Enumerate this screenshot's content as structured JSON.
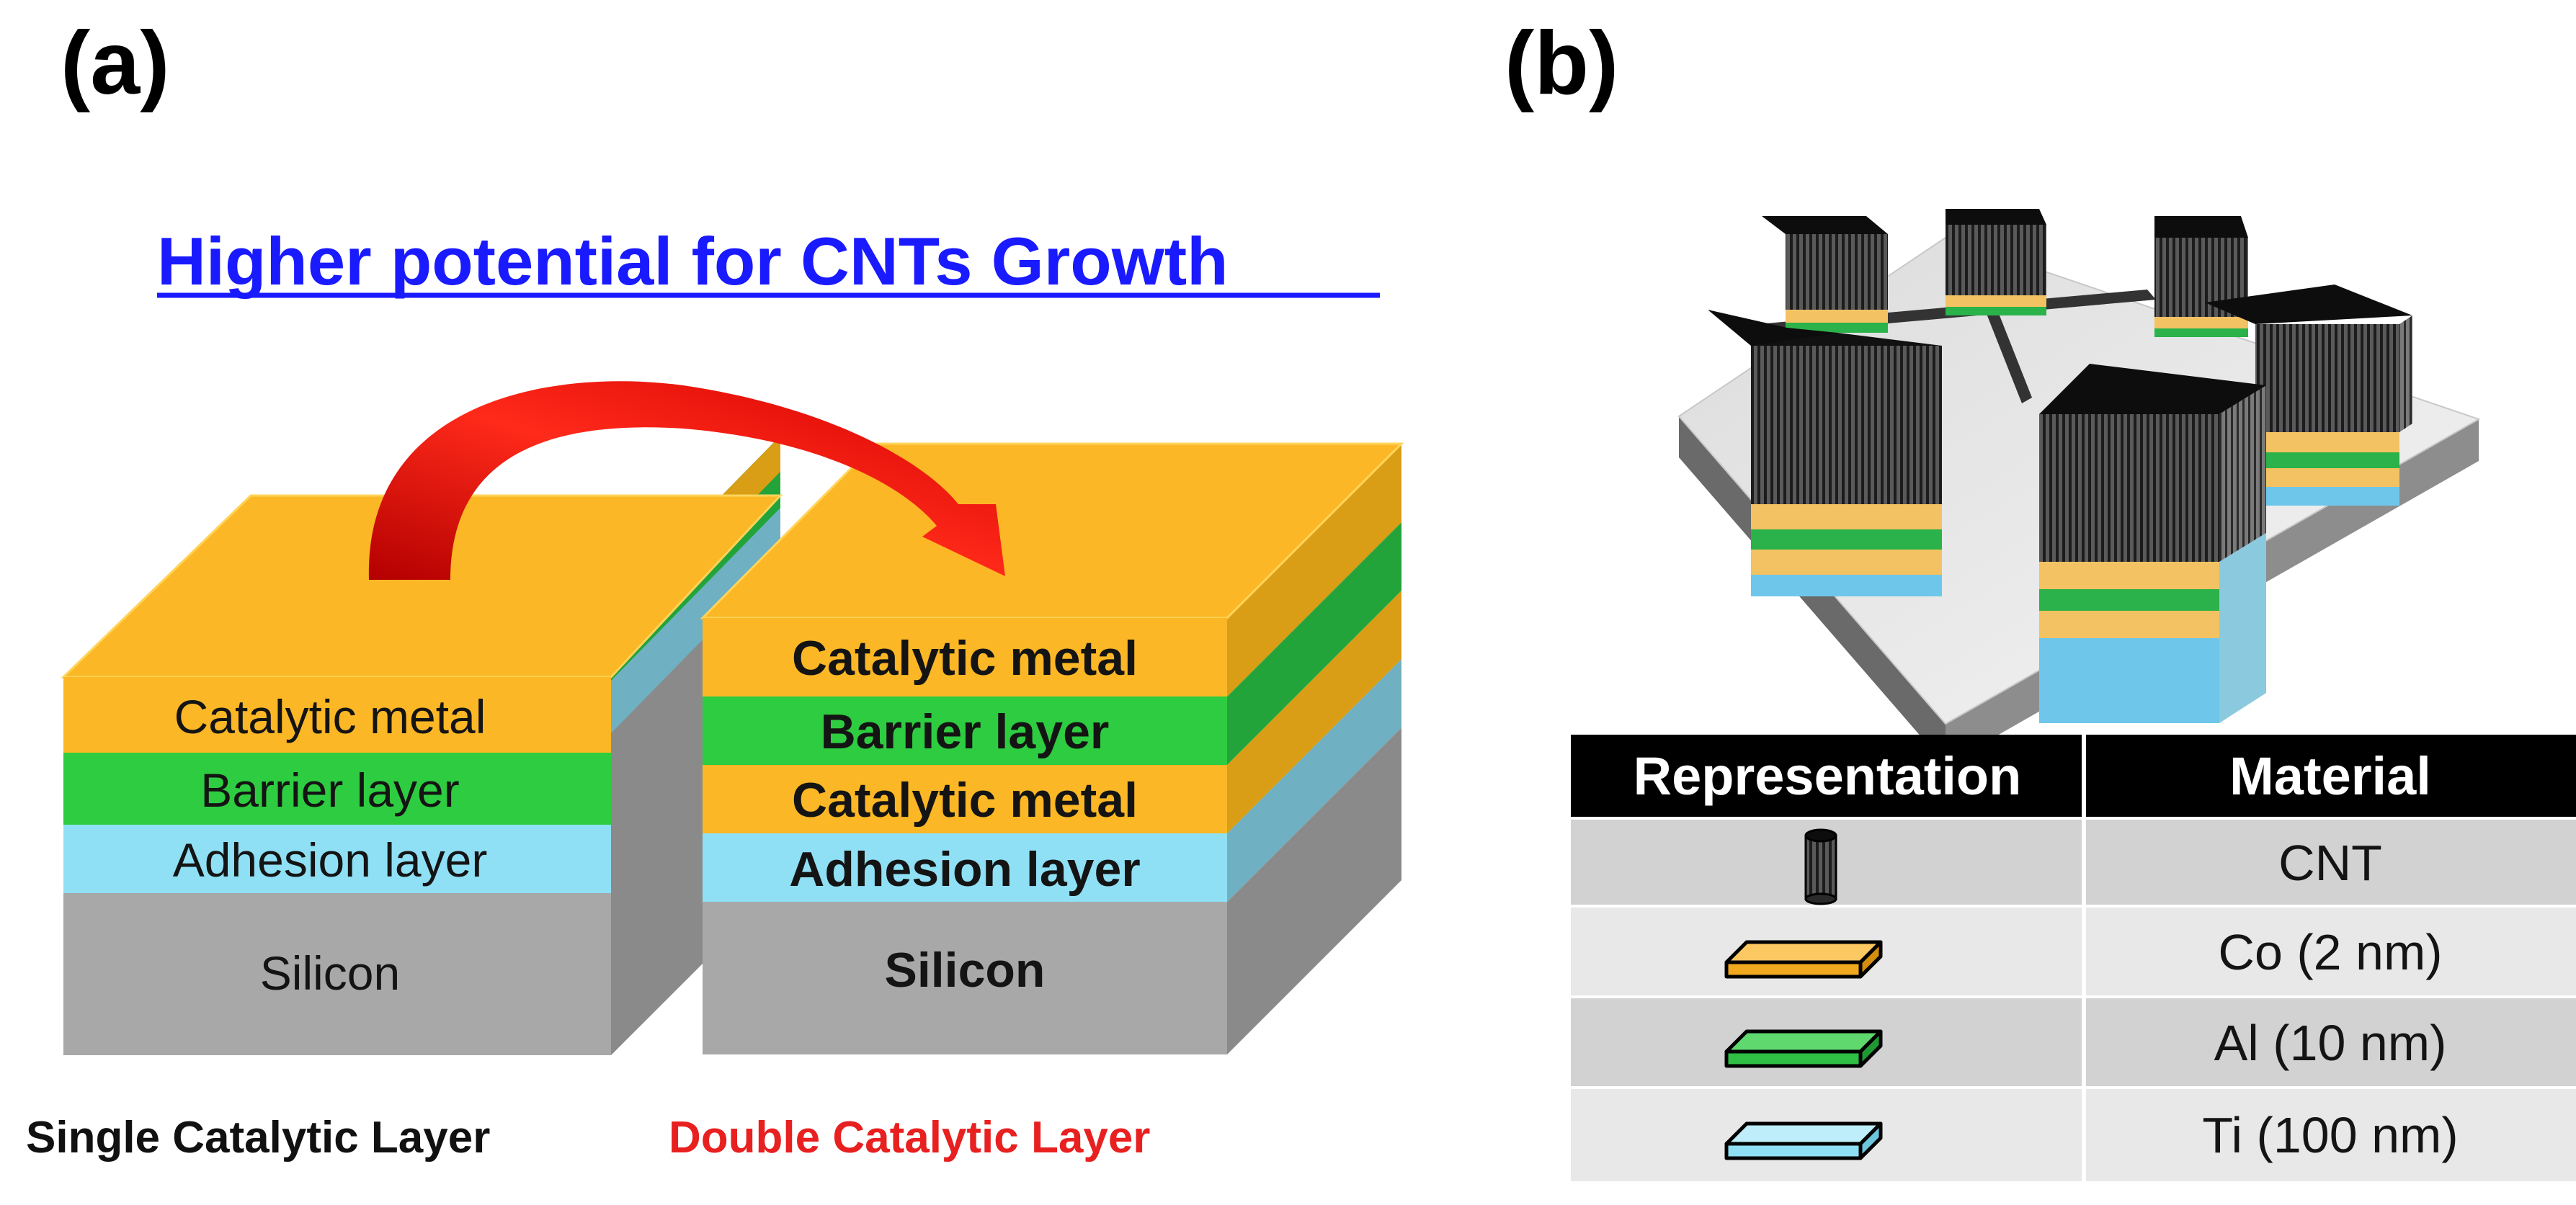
{
  "panel_a": {
    "label": "(a)",
    "headline": "Higher potential for CNTs Growth",
    "single_stack": {
      "layers": [
        "Catalytic metal",
        "Barrier layer",
        "Adhesion layer",
        "Silicon"
      ],
      "caption": "Single Catalytic Layer"
    },
    "double_stack": {
      "layers": [
        "Catalytic metal",
        "Barrier layer",
        "Catalytic metal",
        "Adhesion layer",
        "Silicon"
      ],
      "caption": "Double Catalytic Layer"
    }
  },
  "panel_b": {
    "label": "(b)",
    "table": {
      "headers": [
        "Representation",
        "Material"
      ],
      "rows": [
        {
          "icon": "cnt-cylinder-icon",
          "material": "CNT"
        },
        {
          "icon": "co-slab-icon",
          "material": "Co (2 nm)"
        },
        {
          "icon": "al-slab-icon",
          "material": "Al (10 nm)"
        },
        {
          "icon": "ti-slab-icon",
          "material": "Ti (100 nm)"
        }
      ]
    }
  },
  "colors": {
    "catalytic": "#fbb725",
    "barrier": "#2ecc40",
    "adhesion": "#8fe0f5",
    "silicon": "#a8a8a8",
    "headline": "#1a1aff",
    "arrow": "#e3140f",
    "double_caption": "#e82020",
    "table_header": "#000000",
    "table_row_dark": "#d2d2d2",
    "table_row_light": "#e8e8e8"
  }
}
